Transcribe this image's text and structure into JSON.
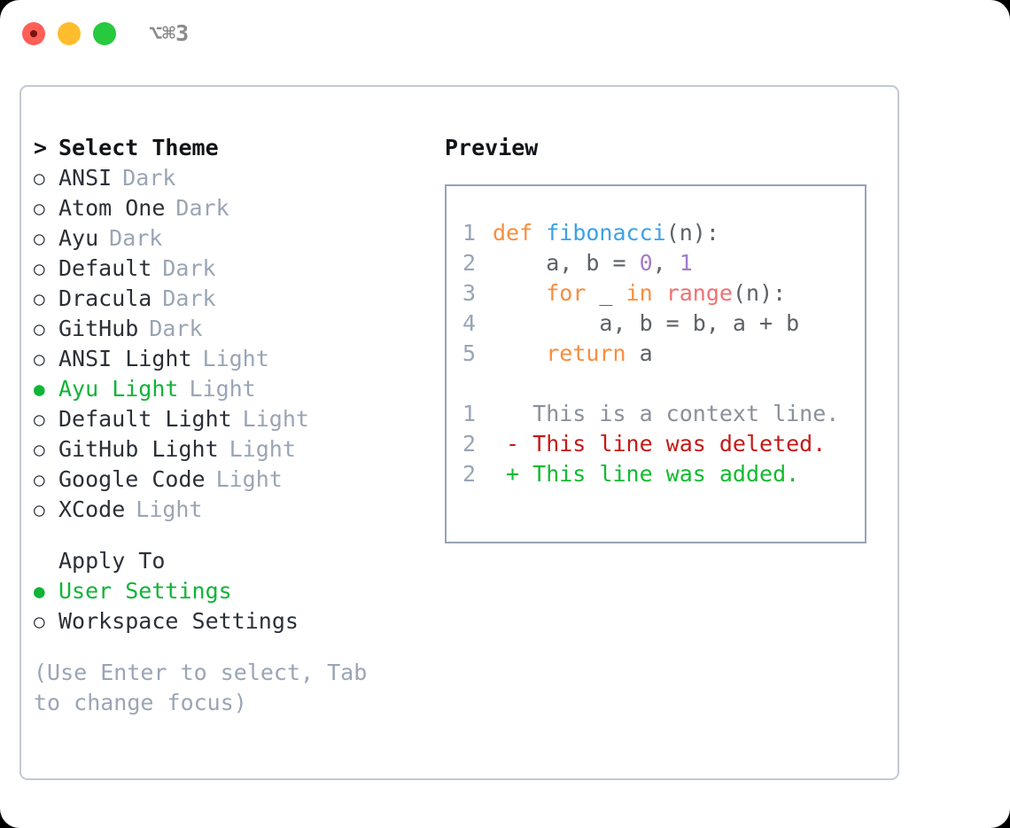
{
  "titlebar": {
    "shortcut": "⌥⌘3",
    "buttons": [
      "close",
      "minimize",
      "zoom"
    ]
  },
  "theme_picker": {
    "header_prefix": ">",
    "header": "Select Theme",
    "selected_bullet": "●",
    "unselected_bullet": "○",
    "items": [
      {
        "name": "ANSI",
        "tag": "Dark",
        "selected": false
      },
      {
        "name": "Atom One",
        "tag": "Dark",
        "selected": false
      },
      {
        "name": "Ayu",
        "tag": "Dark",
        "selected": false
      },
      {
        "name": "Default",
        "tag": "Dark",
        "selected": false
      },
      {
        "name": "Dracula",
        "tag": "Dark",
        "selected": false
      },
      {
        "name": "GitHub",
        "tag": "Dark",
        "selected": false
      },
      {
        "name": "ANSI Light",
        "tag": "Light",
        "selected": false
      },
      {
        "name": "Ayu Light",
        "tag": "Light",
        "selected": true
      },
      {
        "name": "Default Light",
        "tag": "Light",
        "selected": false
      },
      {
        "name": "GitHub Light",
        "tag": "Light",
        "selected": false
      },
      {
        "name": "Google Code",
        "tag": "Light",
        "selected": false
      },
      {
        "name": "XCode",
        "tag": "Light",
        "selected": false
      }
    ]
  },
  "apply_to": {
    "header": "Apply To",
    "items": [
      {
        "name": "User Settings",
        "selected": true
      },
      {
        "name": "Workspace Settings",
        "selected": false
      }
    ]
  },
  "hint": "(Use Enter to select, Tab to change focus)",
  "preview": {
    "title": "Preview",
    "code_lines": [
      {
        "n": "1",
        "tokens": [
          {
            "t": "def ",
            "c": "kw"
          },
          {
            "t": "fibonacci",
            "c": "fn"
          },
          {
            "t": "(n):",
            "c": "plain"
          }
        ]
      },
      {
        "n": "2",
        "tokens": [
          {
            "t": "    a, b = ",
            "c": "plain"
          },
          {
            "t": "0",
            "c": "num"
          },
          {
            "t": ", ",
            "c": "plain"
          },
          {
            "t": "1",
            "c": "num"
          }
        ]
      },
      {
        "n": "3",
        "tokens": [
          {
            "t": "    ",
            "c": "plain"
          },
          {
            "t": "for",
            "c": "kw"
          },
          {
            "t": " _ ",
            "c": "plain"
          },
          {
            "t": "in",
            "c": "kw"
          },
          {
            "t": " ",
            "c": "plain"
          },
          {
            "t": "range",
            "c": "bi"
          },
          {
            "t": "(n):",
            "c": "plain"
          }
        ]
      },
      {
        "n": "4",
        "tokens": [
          {
            "t": "        a, b = b, a + b",
            "c": "plain"
          }
        ]
      },
      {
        "n": "5",
        "tokens": [
          {
            "t": "    ",
            "c": "plain"
          },
          {
            "t": "return",
            "c": "kw"
          },
          {
            "t": " a",
            "c": "plain"
          }
        ]
      }
    ],
    "diff_lines": [
      {
        "n": "1",
        "marker": " ",
        "text": "This is a context line.",
        "kind": "context"
      },
      {
        "n": "2",
        "marker": "-",
        "text": "This line was deleted.",
        "kind": "deleted"
      },
      {
        "n": "2",
        "marker": "+",
        "text": "This line was added.",
        "kind": "added"
      }
    ]
  },
  "colors": {
    "accent_green": "#10b436",
    "muted": "#9aa5b5",
    "text": "#2b3038",
    "keyword": "#fa8d3e",
    "function": "#3aa2e8",
    "number": "#a37acc",
    "builtin": "#f07171",
    "diff_deleted": "#c41a16",
    "diff_added": "#13ba31",
    "panel_border": "#97a3b6",
    "frame_border": "#c3c9d4"
  }
}
